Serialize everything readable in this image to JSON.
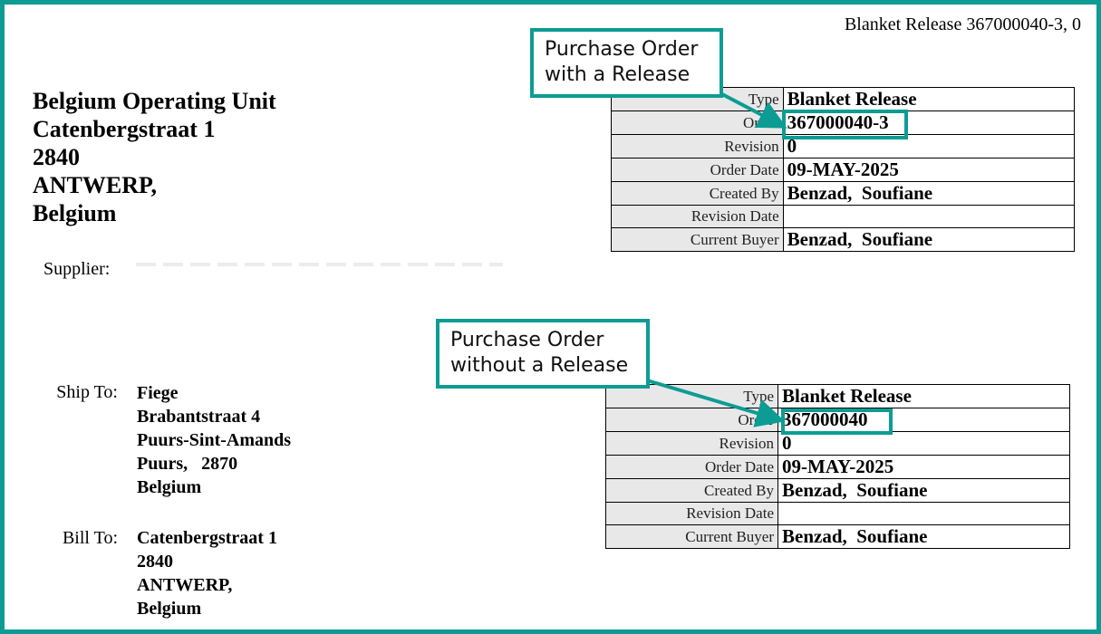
{
  "header": {
    "reference": "Blanket Release 367000040-3, 0"
  },
  "operating_unit": {
    "lines": [
      "Belgium Operating Unit",
      "Catenbergstraat 1",
      "2840",
      "ANTWERP,",
      "Belgium"
    ]
  },
  "supplier": {
    "label": "Supplier:"
  },
  "ship_to": {
    "label": "Ship To:",
    "lines": [
      "Fiege",
      "Brabantstraat 4",
      "Puurs-Sint-Amands",
      "Puurs,   2870",
      "Belgium"
    ]
  },
  "bill_to": {
    "label": "Bill To:",
    "lines": [
      "Catenbergstraat 1",
      "2840",
      "ANTWERP,",
      "Belgium"
    ]
  },
  "po_with_release": {
    "callout": [
      "Purchase Order",
      "with a Release"
    ],
    "rows": [
      {
        "key": "Type",
        "value": "Blanket Release"
      },
      {
        "key": "Order",
        "value": "367000040-3"
      },
      {
        "key": "Revision",
        "value": "0"
      },
      {
        "key": "Order Date",
        "value": "09-MAY-2025"
      },
      {
        "key": "Created By",
        "value": "Benzad,  Soufiane"
      },
      {
        "key": "Revision Date",
        "value": ""
      },
      {
        "key": "Current Buyer",
        "value": "Benzad,  Soufiane"
      }
    ]
  },
  "po_without_release": {
    "callout": [
      "Purchase Order",
      "without a Release"
    ],
    "rows": [
      {
        "key": "Type",
        "value": "Blanket Release"
      },
      {
        "key": "Order",
        "value": "367000040"
      },
      {
        "key": "Revision",
        "value": "0"
      },
      {
        "key": "Order Date",
        "value": "09-MAY-2025"
      },
      {
        "key": "Created By",
        "value": "Benzad,  Soufiane"
      },
      {
        "key": "Revision Date",
        "value": ""
      },
      {
        "key": "Current Buyer",
        "value": "Benzad,  Soufiane"
      }
    ]
  },
  "colors": {
    "accent": "#0d9c93",
    "table_key_bg": "#e8e8e8"
  }
}
